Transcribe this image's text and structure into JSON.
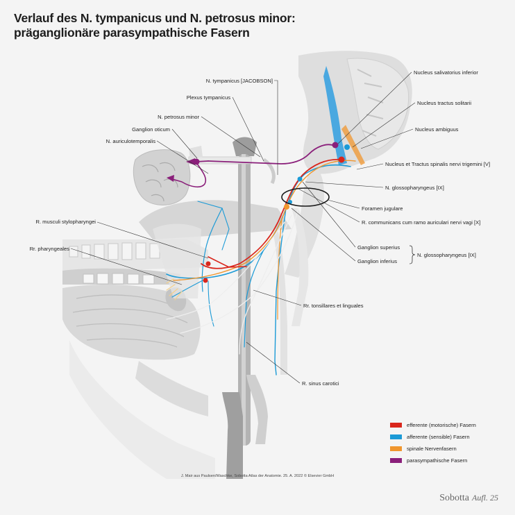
{
  "title": {
    "line1": "Verlauf des N. tympanicus und N. petrosus minor:",
    "line2": "präganglionäre parasympathische Fasern"
  },
  "labels": {
    "n_tympanicus": "N. tympanicus [JACOBSON]",
    "plexus_tympanicus": "Plexus tympanicus",
    "n_petrosus_minor": "N. petrosus minor",
    "ganglion_oticum": "Ganglion oticum",
    "n_auriculotemporalis": "N. auriculotemporalis",
    "r_musculi_stylopharyngei": "R. musculi stylopharyngei",
    "rr_pharyngeales": "Rr. pharyngeales",
    "rr_tonsillares": "Rr. tonsillares et linguales",
    "r_sinus_carotici": "R. sinus carotici",
    "nucleus_salivatorius": "Nucleus salivatorius inferior",
    "nucleus_tractus": "Nucleus tractus solitarii",
    "nucleus_ambiguus": "Nucleus ambiguus",
    "nucleus_trigemini": "Nucleus et Tractus spinalis nervi trigemini [V]",
    "n_glosso_top": "N. glossopharyngeus [IX]",
    "foramen_jugulare": "Foramen jugulare",
    "r_communicans": "R. communicans cum ramo auriculari nervi vagi [X]",
    "ganglion_superius": "Ganglion superius",
    "ganglion_inferius": "Ganglion inferius",
    "n_glosso_brace": "N. glossopharyngeus [IX]"
  },
  "legend": [
    {
      "label": "efferente (motorische) Fasern",
      "color": "#d9261c"
    },
    {
      "label": "afferente (sensible) Fasern",
      "color": "#1b9ad6"
    },
    {
      "label": "spinale Nervenfasern",
      "color": "#f0962e"
    },
    {
      "label": "parasympathische Fasern",
      "color": "#8a1f7a"
    }
  ],
  "credit": "J. Mair aus Paulsen/Waschke, Sobotta Atlas der Anatomie. 25. A. 2022 © Elsevier GmbH",
  "brand": {
    "name": "Sobotta",
    "edition": "Aufl. 25"
  }
}
